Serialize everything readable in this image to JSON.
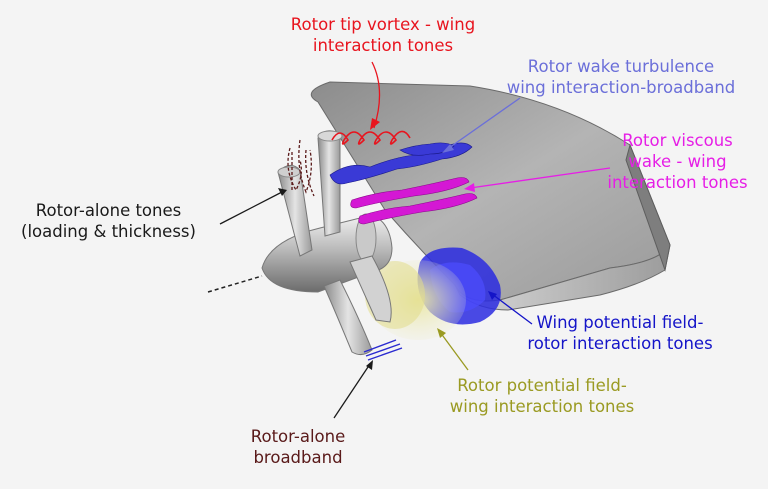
{
  "labels": {
    "tip_vortex": {
      "line1": "Rotor tip vortex - wing",
      "line2": "interaction tones",
      "color": "#e8141e"
    },
    "wake_turbulence": {
      "line1": "Rotor wake turbulence",
      "line2": "wing interaction-broadband",
      "color": "#6b6fd9"
    },
    "viscous_wake": {
      "line1": "Rotor viscous",
      "line2": "wake - wing",
      "line3": "interaction tones",
      "color": "#e61ee6"
    },
    "rotor_alone_tones": {
      "line1": "Rotor-alone tones",
      "line2": "(loading & thickness)",
      "color": "#1a1a1a"
    },
    "wing_potential": {
      "line1": "Wing potential field-",
      "line2": "rotor interaction tones",
      "color": "#1414c8"
    },
    "rotor_potential": {
      "line1": "Rotor potential field-",
      "line2": "wing interaction tones",
      "color": "#9a9a22"
    },
    "rotor_alone_broadband": {
      "line1": "Rotor-alone",
      "line2": "broadband",
      "color": "#5a1a1a"
    }
  }
}
